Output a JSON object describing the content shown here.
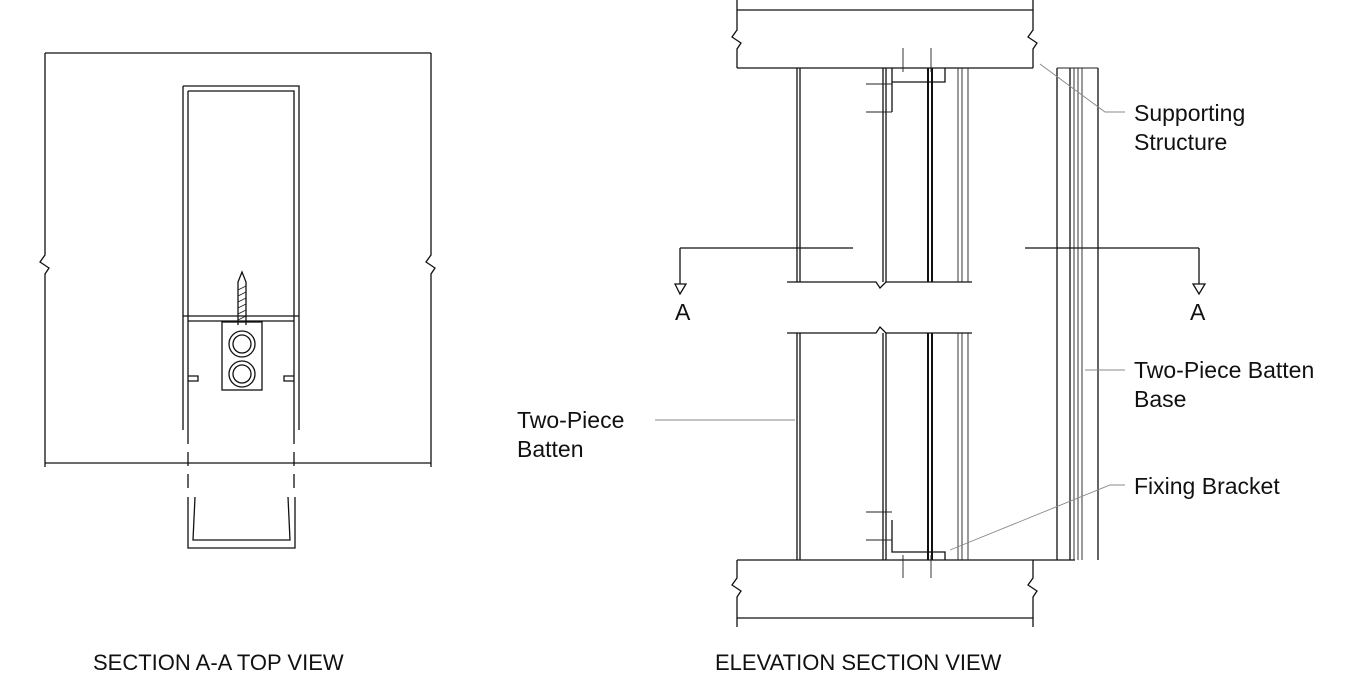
{
  "titles": {
    "left": "SECTION A-A TOP VIEW",
    "right": "ELEVATION SECTION VIEW"
  },
  "labels": {
    "supporting_structure": [
      "Supporting",
      "Structure"
    ],
    "batten_base": [
      "Two-Piece Batten",
      "Base"
    ],
    "fixing_bracket": "Fixing Bracket",
    "batten": [
      "Two-Piece",
      "Batten"
    ],
    "section_marker": "A"
  }
}
